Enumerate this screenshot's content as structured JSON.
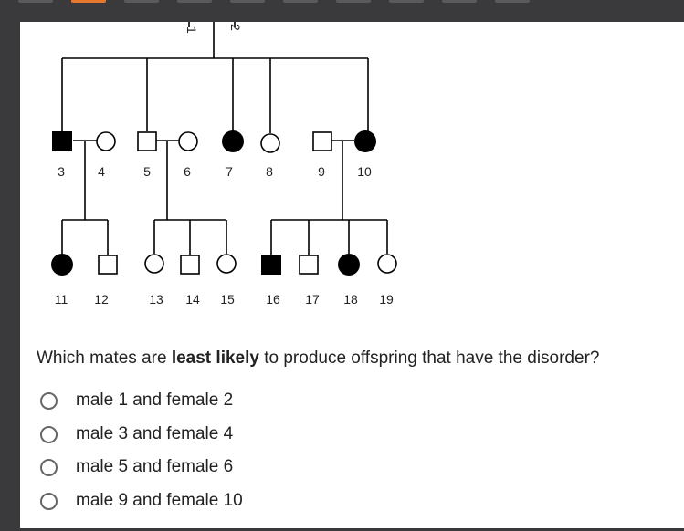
{
  "pedigree": {
    "labels": [
      "1",
      "2",
      "3",
      "4",
      "5",
      "6",
      "7",
      "8",
      "9",
      "10",
      "11",
      "12",
      "13",
      "14",
      "15",
      "16",
      "17",
      "18",
      "19"
    ]
  },
  "question": {
    "prefix": "Which mates are ",
    "emphasis": "least likely",
    "suffix": " to produce offspring that have the disorder?"
  },
  "options": [
    {
      "label": "male 1 and female 2"
    },
    {
      "label": "male 3 and female 4"
    },
    {
      "label": "male 5 and female 6"
    },
    {
      "label": "male 9 and female 10"
    }
  ],
  "colors": {
    "affected": "#000000",
    "line": "#000000",
    "top_accent": "#e8772e"
  }
}
